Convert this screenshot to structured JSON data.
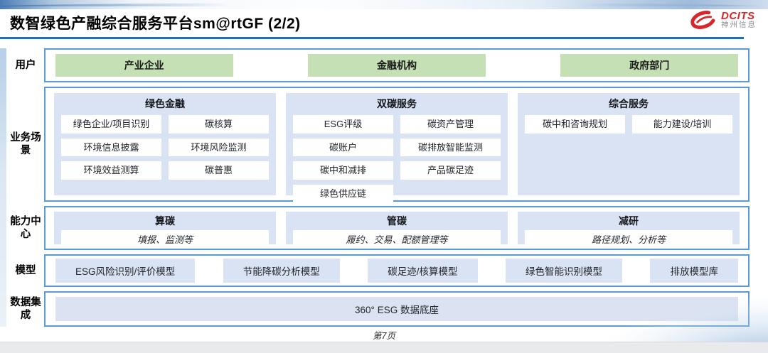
{
  "header": {
    "title": "数智绿色产融综合服务平台sm@rtGF (2/2)",
    "logo": {
      "name": "DCITS",
      "subtitle": "神州信息"
    }
  },
  "rows": {
    "users": {
      "label": "用户",
      "items": [
        "产业企业",
        "金融机构",
        "政府部门"
      ]
    },
    "scenarios": {
      "label": "业务场景",
      "columns": [
        {
          "header": "绿色金融",
          "items": [
            "绿色企业/项目识别",
            "碳核算",
            "环境信息披露",
            "环境风险监测",
            "环境效益测算",
            "碳普惠"
          ]
        },
        {
          "header": "双碳服务",
          "items": [
            "ESG评级",
            "碳资产管理",
            "碳账户",
            "碳排放智能监测",
            "碳中和减排",
            "产品碳足迹",
            "绿色供应链"
          ]
        },
        {
          "header": "综合服务",
          "items": [
            "碳中和咨询规划",
            "能力建设/培训"
          ]
        }
      ]
    },
    "capabilities": {
      "label": "能力中心",
      "cards": [
        {
          "title": "算碳",
          "desc": "填报、监测等"
        },
        {
          "title": "管碳",
          "desc": "履约、交易、配额管理等"
        },
        {
          "title": "减研",
          "desc": "路径规划、分析等"
        }
      ]
    },
    "models": {
      "label": "模型",
      "items": [
        "ESG风险识别/评价模型",
        "节能降碳分析模型",
        "碳足迹/核算模型",
        "绿色智能识别模型",
        "排放模型库"
      ]
    },
    "data_integration": {
      "label": "数据集成",
      "item": "360° ESG 数据底座"
    }
  },
  "footer": {
    "page": "第7页"
  },
  "colors": {
    "accent_blue": "#1f6fb5",
    "box_border": "#5b9bd5",
    "user_green": "#c5e0b4",
    "panel_blue": "#dae3f3",
    "logo_red": "#d8262c",
    "bottom_bar": "#e9eaec"
  }
}
